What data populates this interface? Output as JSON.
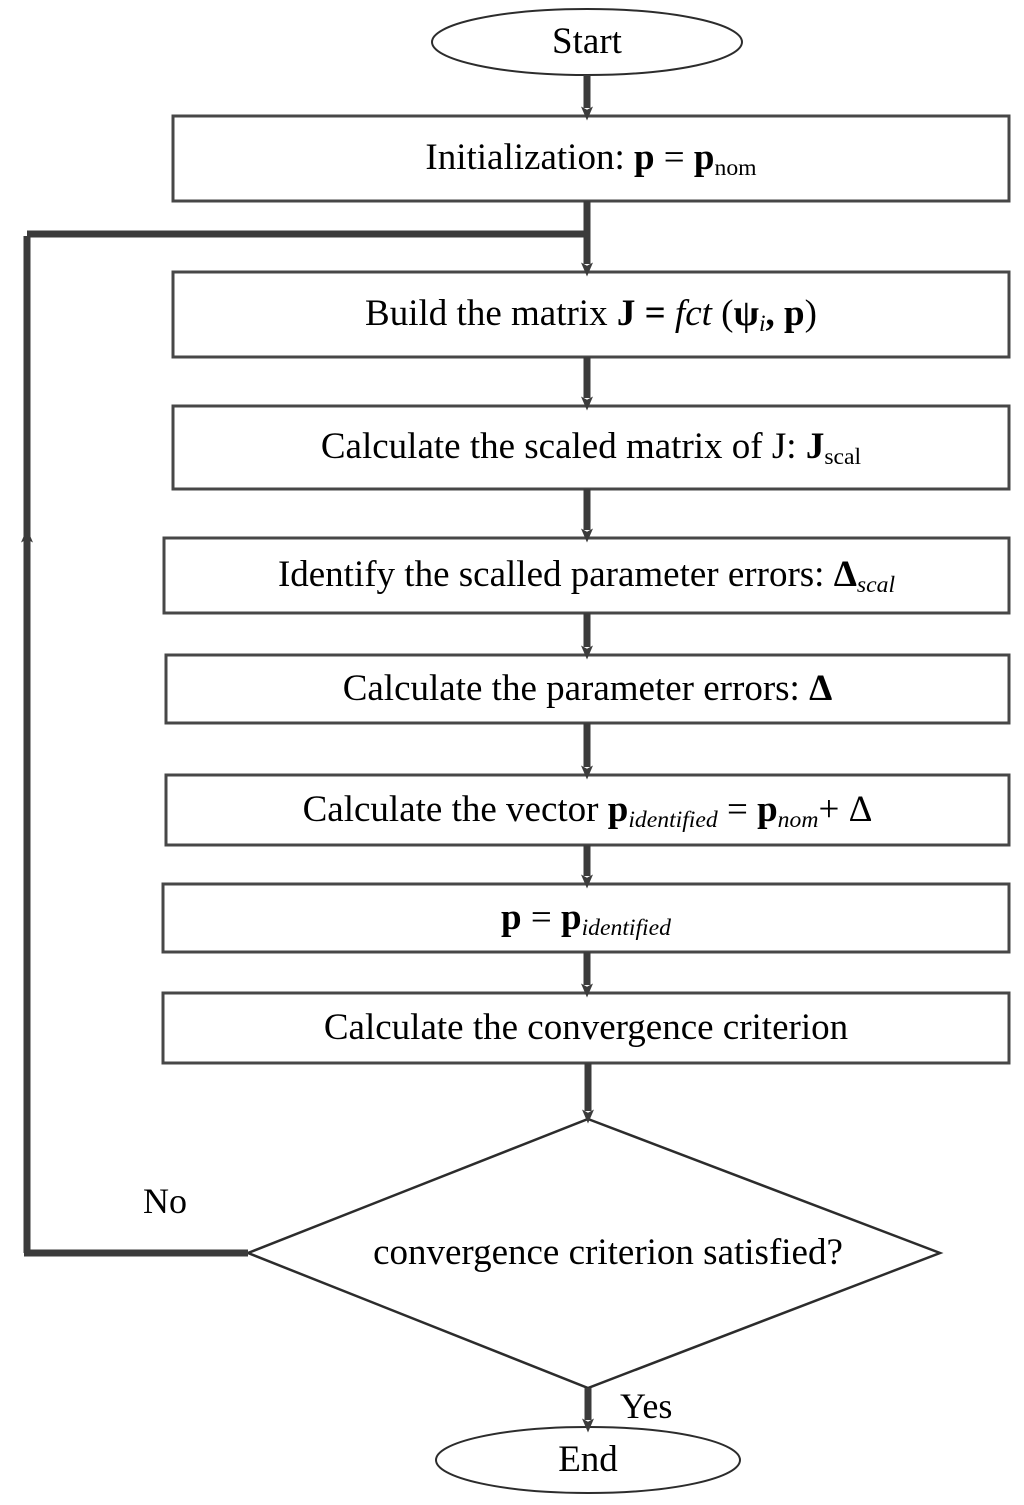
{
  "diagram": {
    "title": "Parameter identification iterative algorithm flowchart",
    "type": "flowchart",
    "orientation": "top-to-bottom",
    "stroke_color": "#3b3b3b",
    "thin_stroke_color": "#1a1a1a",
    "background_color": "#ffffff",
    "text_color": "#000000"
  },
  "nodes": {
    "start": {
      "shape": "ellipse",
      "label": "Start"
    },
    "initialization": {
      "shape": "process",
      "label": "Initialization: p = pnom",
      "parts": [
        {
          "text": "Initialization: ",
          "style": "normal"
        },
        {
          "text": "p",
          "style": "bold"
        },
        {
          "text": " = ",
          "style": "normal"
        },
        {
          "text": "p",
          "style": "bold"
        },
        {
          "text": "nom",
          "style": "subscript"
        }
      ]
    },
    "build_matrix": {
      "shape": "process",
      "label": "Build the matrix J = fct (ψi, p)",
      "parts": [
        {
          "text": "Build the matrix ",
          "style": "normal"
        },
        {
          "text": "J",
          "style": "bold"
        },
        {
          "text": " = ",
          "style": "bold"
        },
        {
          "text": "fct",
          "style": "italic"
        },
        {
          "text": " (",
          "style": "normal"
        },
        {
          "text": "ψ",
          "style": "bold"
        },
        {
          "text": "i",
          "style": "subscript-italic"
        },
        {
          "text": ", ",
          "style": "bold"
        },
        {
          "text": "p",
          "style": "bold"
        },
        {
          "text": ")",
          "style": "normal"
        }
      ]
    },
    "scaled_matrix": {
      "shape": "process",
      "label": "Calculate the scaled matrix of J: Jscal",
      "parts": [
        {
          "text": "Calculate the scaled matrix of J: ",
          "style": "normal"
        },
        {
          "text": "J",
          "style": "bold"
        },
        {
          "text": "scal",
          "style": "subscript"
        }
      ]
    },
    "identify_errors": {
      "shape": "process",
      "label": "Identify the scalled parameter errors: Δscal",
      "parts": [
        {
          "text": "Identify the scalled parameter errors: ",
          "style": "normal"
        },
        {
          "text": "Δ",
          "style": "bold"
        },
        {
          "text": "scal",
          "style": "subscript-italic"
        }
      ]
    },
    "calc_errors": {
      "shape": "process",
      "label": "Calculate the parameter errors: Δ",
      "parts": [
        {
          "text": "Calculate the parameter errors: ",
          "style": "normal"
        },
        {
          "text": "Δ",
          "style": "bold"
        }
      ]
    },
    "calc_vector": {
      "shape": "process",
      "label": "Calculate the vector pidentified = pnom+ Δ",
      "parts": [
        {
          "text": "Calculate the vector ",
          "style": "normal"
        },
        {
          "text": "p",
          "style": "bold"
        },
        {
          "text": "identified",
          "style": "subscript-italic"
        },
        {
          "text": " = ",
          "style": "normal"
        },
        {
          "text": "p",
          "style": "bold"
        },
        {
          "text": "nom",
          "style": "subscript-italic"
        },
        {
          "text": "+ Δ",
          "style": "normal"
        }
      ]
    },
    "assign_p": {
      "shape": "process",
      "label": "p = pidentified",
      "parts": [
        {
          "text": "p",
          "style": "bold"
        },
        {
          "text": " = ",
          "style": "normal"
        },
        {
          "text": "p",
          "style": "bold"
        },
        {
          "text": "identified",
          "style": "subscript-italic"
        }
      ]
    },
    "calc_convergence": {
      "shape": "process",
      "label": "Calculate the convergence criterion"
    },
    "decision": {
      "shape": "diamond",
      "label": "convergence criterion satisfied?"
    },
    "end": {
      "shape": "ellipse",
      "label": "End"
    }
  },
  "edges": {
    "no_label": "No",
    "yes_label": "Yes"
  }
}
